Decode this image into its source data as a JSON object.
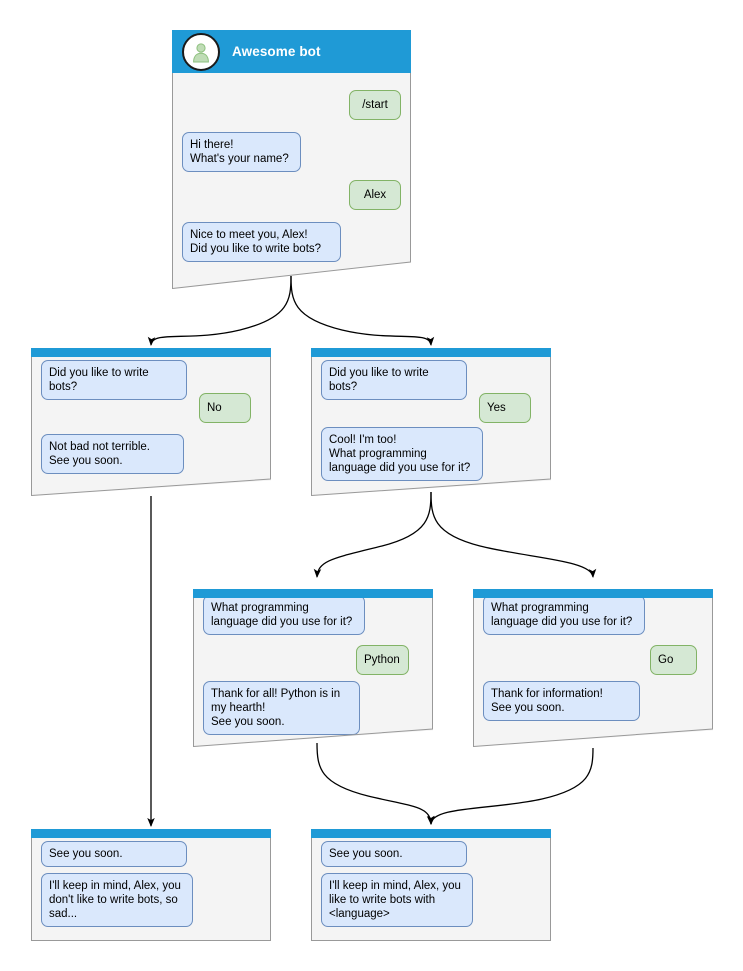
{
  "diagram": {
    "title": "Awesome bot conversation flow",
    "colors": {
      "header_blue": "#1f9ad6",
      "card_background": "#f4f4f4",
      "card_border": "#999999",
      "bot_bubble_fill": "#dae8fc",
      "bot_bubble_border": "#6c8ebf",
      "user_bubble_fill": "#d5e8d4",
      "user_bubble_border": "#82b366",
      "edge_color": "#000000",
      "avatar_person": "#b9dcb1"
    }
  },
  "nodes": {
    "root": {
      "id": "root",
      "header_title": "Awesome bot",
      "avatar_icon": "person-avatar-icon",
      "messages": [
        {
          "sender": "user",
          "text": "/start"
        },
        {
          "sender": "bot",
          "text": "Hi there!\nWhat's your name?"
        },
        {
          "sender": "user",
          "text": "Alex"
        },
        {
          "sender": "bot",
          "text": "Nice to meet you, Alex!\nDid you like to write bots?"
        }
      ]
    },
    "no_branch": {
      "id": "no_branch",
      "messages": [
        {
          "sender": "bot",
          "text": "Did you like to write bots?"
        },
        {
          "sender": "user",
          "text": "No"
        },
        {
          "sender": "bot",
          "text": "Not bad not terrible.\nSee you soon."
        }
      ]
    },
    "yes_branch": {
      "id": "yes_branch",
      "messages": [
        {
          "sender": "bot",
          "text": "Did you like to write bots?"
        },
        {
          "sender": "user",
          "text": "Yes"
        },
        {
          "sender": "bot",
          "text": "Cool! I'm too!\nWhat programming\nlanguage did you use for it?"
        }
      ]
    },
    "python_branch": {
      "id": "python_branch",
      "messages": [
        {
          "sender": "bot",
          "text": "What programming\nlanguage did you use for it?"
        },
        {
          "sender": "user",
          "text": "Python"
        },
        {
          "sender": "bot",
          "text": "Thank for all! Python is in\nmy hearth!\nSee you soon."
        }
      ]
    },
    "go_branch": {
      "id": "go_branch",
      "messages": [
        {
          "sender": "bot",
          "text": "What programming\nlanguage did you use for it?"
        },
        {
          "sender": "user",
          "text": "Go"
        },
        {
          "sender": "bot",
          "text": "Thank for information!\nSee you soon."
        }
      ]
    },
    "end_no": {
      "id": "end_no",
      "messages": [
        {
          "sender": "bot",
          "text": "See you soon."
        },
        {
          "sender": "bot",
          "text": "I'll keep in mind, Alex, you\ndon't like to write bots, so\nsad..."
        }
      ]
    },
    "end_yes": {
      "id": "end_yes",
      "messages": [
        {
          "sender": "bot",
          "text": "See you soon."
        },
        {
          "sender": "bot",
          "text": "I'll keep in mind, Alex, you\nlike to write bots with\n<language>"
        }
      ]
    }
  },
  "edges": [
    {
      "from": "root",
      "to": "no_branch",
      "style": "curved"
    },
    {
      "from": "root",
      "to": "yes_branch",
      "style": "curved"
    },
    {
      "from": "yes_branch",
      "to": "python_branch",
      "style": "curved"
    },
    {
      "from": "yes_branch",
      "to": "go_branch",
      "style": "curved"
    },
    {
      "from": "no_branch",
      "to": "end_no",
      "style": "straight"
    },
    {
      "from": "python_branch",
      "to": "end_yes",
      "style": "curved"
    },
    {
      "from": "go_branch",
      "to": "end_yes",
      "style": "curved"
    }
  ]
}
